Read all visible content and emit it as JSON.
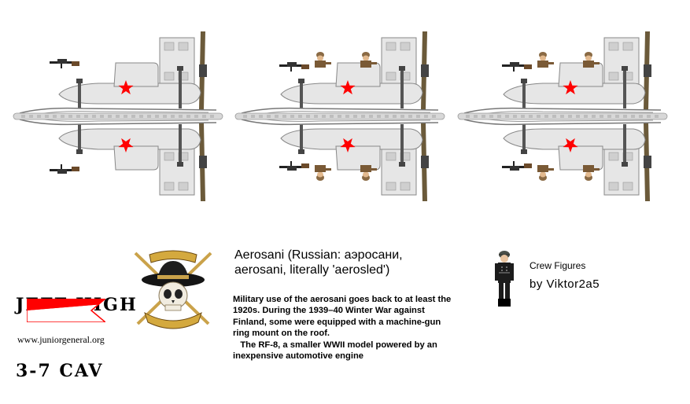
{
  "brand": {
    "line1": "JEFF HIGH",
    "line2": "3-7 CAV",
    "website": "www.juniorgeneral.org",
    "flag_colors": [
      "#ff0000",
      "#ffffff"
    ],
    "emblem_icon": "cavalry-skull-icon"
  },
  "info": {
    "heading_line1": "Aerosani (Russian: аэросани,",
    "heading_line2": "aerosani, literally 'aerosled')",
    "description": [
      "Military use of the aerosani goes back to at least the",
      "1920s. During the 1939–40 Winter War against",
      "Finland, some were equipped with a machine-gun",
      "ring mount on the roof.",
      "   The RF-8, a smaller WWII model powered by an",
      "inexpensive automotive engine"
    ]
  },
  "crew": {
    "title": "Crew Figures",
    "byline": "by Viktor2a5",
    "figure_icon": "soldier-figure-icon"
  },
  "sleds": {
    "count": 3,
    "star_color": "#ff0000",
    "body_color": "#e6e6e6",
    "variants": [
      "gun-only",
      "crew-and-gun",
      "crew-and-gun"
    ]
  }
}
